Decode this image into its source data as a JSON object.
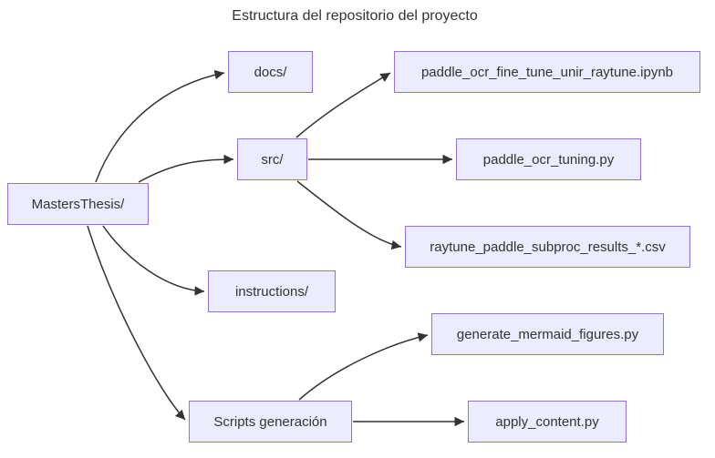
{
  "diagram": {
    "title": "Estructura del repositorio del proyecto",
    "type": "flowchart-left-to-right",
    "colors": {
      "background": "#FFFFFF",
      "node_fill": "#ECECFF",
      "node_border": "#9370DB",
      "edge": "#333333",
      "text": "#333333"
    },
    "nodes": [
      {
        "id": "root",
        "label": "MastersThesis/"
      },
      {
        "id": "docs",
        "label": "docs/"
      },
      {
        "id": "src",
        "label": "src/"
      },
      {
        "id": "instructions",
        "label": "instructions/"
      },
      {
        "id": "scripts",
        "label": "Scripts generación"
      },
      {
        "id": "ipynb",
        "label": "paddle_ocr_fine_tune_unir_raytune.ipynb"
      },
      {
        "id": "tuning",
        "label": "paddle_ocr_tuning.py"
      },
      {
        "id": "csv",
        "label": "raytune_paddle_subproc_results_*.csv"
      },
      {
        "id": "generate",
        "label": "generate_mermaid_figures.py"
      },
      {
        "id": "apply",
        "label": "apply_content.py"
      }
    ],
    "edges": [
      {
        "from": "MastersThesis/",
        "to": "docs/"
      },
      {
        "from": "MastersThesis/",
        "to": "src/"
      },
      {
        "from": "MastersThesis/",
        "to": "instructions/"
      },
      {
        "from": "MastersThesis/",
        "to": "Scripts generación"
      },
      {
        "from": "src/",
        "to": "paddle_ocr_fine_tune_unir_raytune.ipynb"
      },
      {
        "from": "src/",
        "to": "paddle_ocr_tuning.py"
      },
      {
        "from": "src/",
        "to": "raytune_paddle_subproc_results_*.csv"
      },
      {
        "from": "Scripts generación",
        "to": "generate_mermaid_figures.py"
      },
      {
        "from": "Scripts generación",
        "to": "apply_content.py"
      }
    ]
  }
}
